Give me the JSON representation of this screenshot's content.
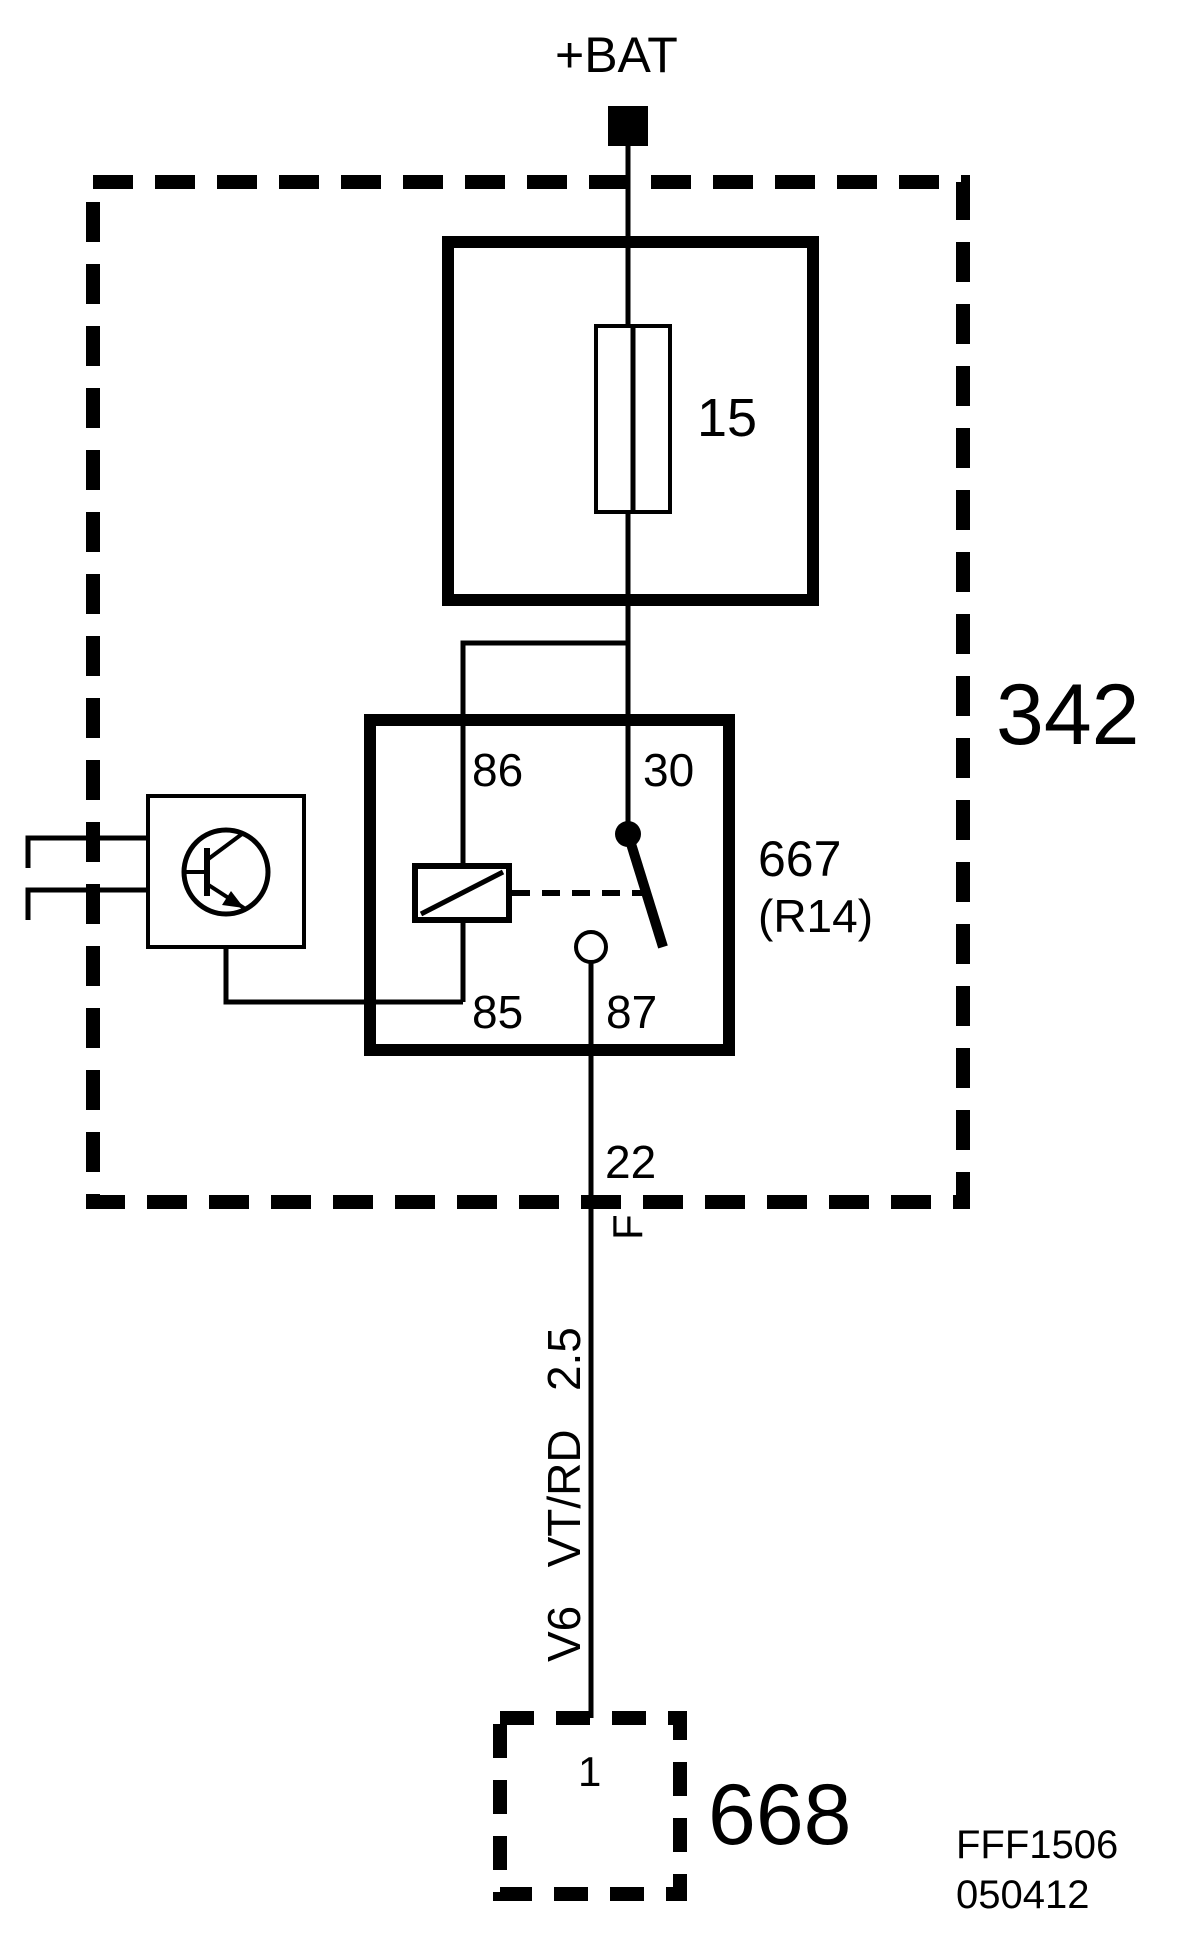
{
  "supply": {
    "label": "+BAT"
  },
  "enclosure": {
    "id": "342"
  },
  "fuse": {
    "id": "15"
  },
  "relay": {
    "id": "667",
    "position": "(R14)",
    "pins": {
      "coil_in": "86",
      "common": "30",
      "coil_out": "85",
      "normally_open": "87"
    }
  },
  "connector_pin": {
    "label": "22",
    "letter": "F"
  },
  "wire": {
    "label": "V6   VT/RD   2.5"
  },
  "load": {
    "id": "668",
    "pin": "1"
  },
  "drawing_ref": {
    "code": "FFF1506",
    "date": "050412"
  },
  "colors": {
    "ink": "#000000",
    "paper": "#ffffff"
  }
}
